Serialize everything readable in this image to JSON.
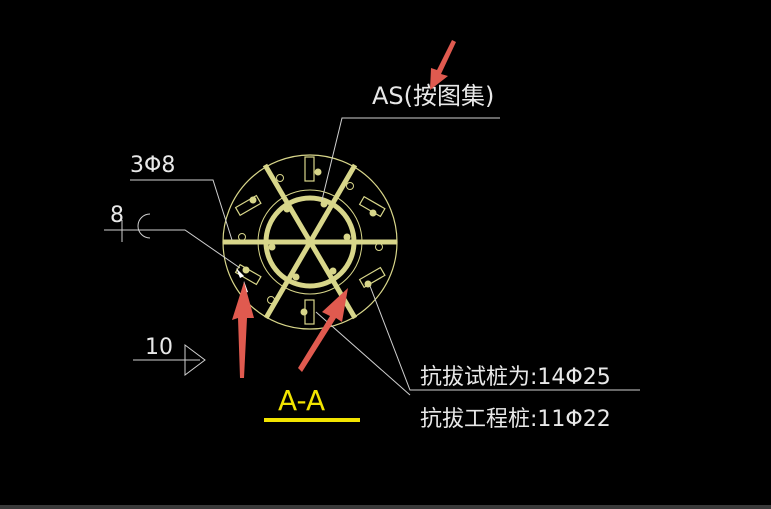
{
  "drawing": {
    "as_label": "AS(按图集)",
    "stirrup_label": "3Φ8",
    "spacing_label": "8",
    "cover_label": "10",
    "section_title": "A-A",
    "test_pile_note": "抗拔试桩为:14Φ25",
    "work_pile_note": "抗拔工程桩:11Φ22"
  },
  "colors": {
    "rebar": "#d8d68a",
    "section_title": "#f2e400",
    "text": "#e8e8e8",
    "annotation_arrow": "#e05a4f"
  }
}
